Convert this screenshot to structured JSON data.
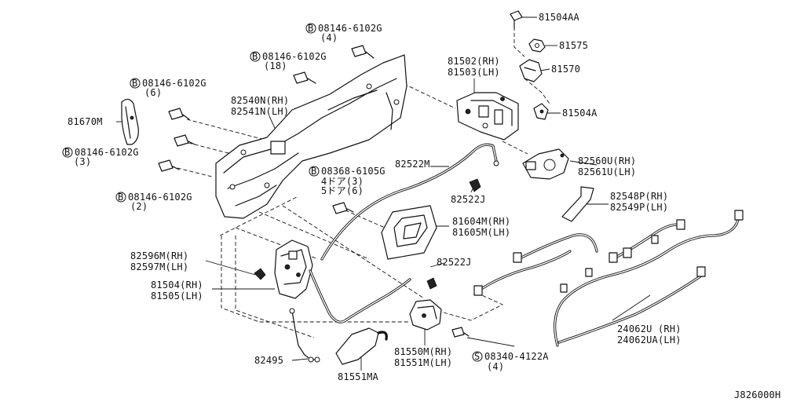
{
  "diagram_id": "J826000H",
  "labels": {
    "p81504AA": "81504AA",
    "p81575": "81575",
    "p81570": "81570",
    "p81504A": "81504A",
    "p81502": "81502(RH)",
    "p81503": "81503(LH)",
    "b1_code": "08146-6102G",
    "b1_qty": "(4)",
    "b2_code": "08146-6102G",
    "b2_qty": "(18)",
    "b3_code": "08146-6102G",
    "b3_qty": "(6)",
    "b4_code": "08146-6102G",
    "b4_qty": "(3)",
    "b5_code": "08146-6102G",
    "b5_qty": "(2)",
    "b_marker": "B",
    "s_marker": "S",
    "p82540": "82540N(RH)",
    "p82541": "82541N(LH)",
    "p81670": "81670M",
    "p82522M": "82522M",
    "b6_code": "08368-6105G",
    "b6_qty1": "4ドア(3)",
    "b6_qty2": "5ドア(6)",
    "p82522J_top": "82522J",
    "p82560": "82560U(RH)",
    "p82561": "82561U(LH)",
    "p82548": "82548P(RH)",
    "p82549": "82549P(LH)",
    "p81604": "81604M(RH)",
    "p81605": "81605M(LH)",
    "p82596": "82596M(RH)",
    "p82597": "82597M(LH)",
    "p81504": "81504(RH)",
    "p81505": "81505(LH)",
    "p82522J_mid": "82522J",
    "p24062U": "24062U (RH)",
    "p24062UA": "24062UA(LH)",
    "p81550": "81550M(RH)",
    "p81551": "81551M(LH)",
    "s1_code": "08340-4122A",
    "s1_qty": "(4)",
    "p82495": "82495",
    "p81551MA": "81551MA"
  }
}
